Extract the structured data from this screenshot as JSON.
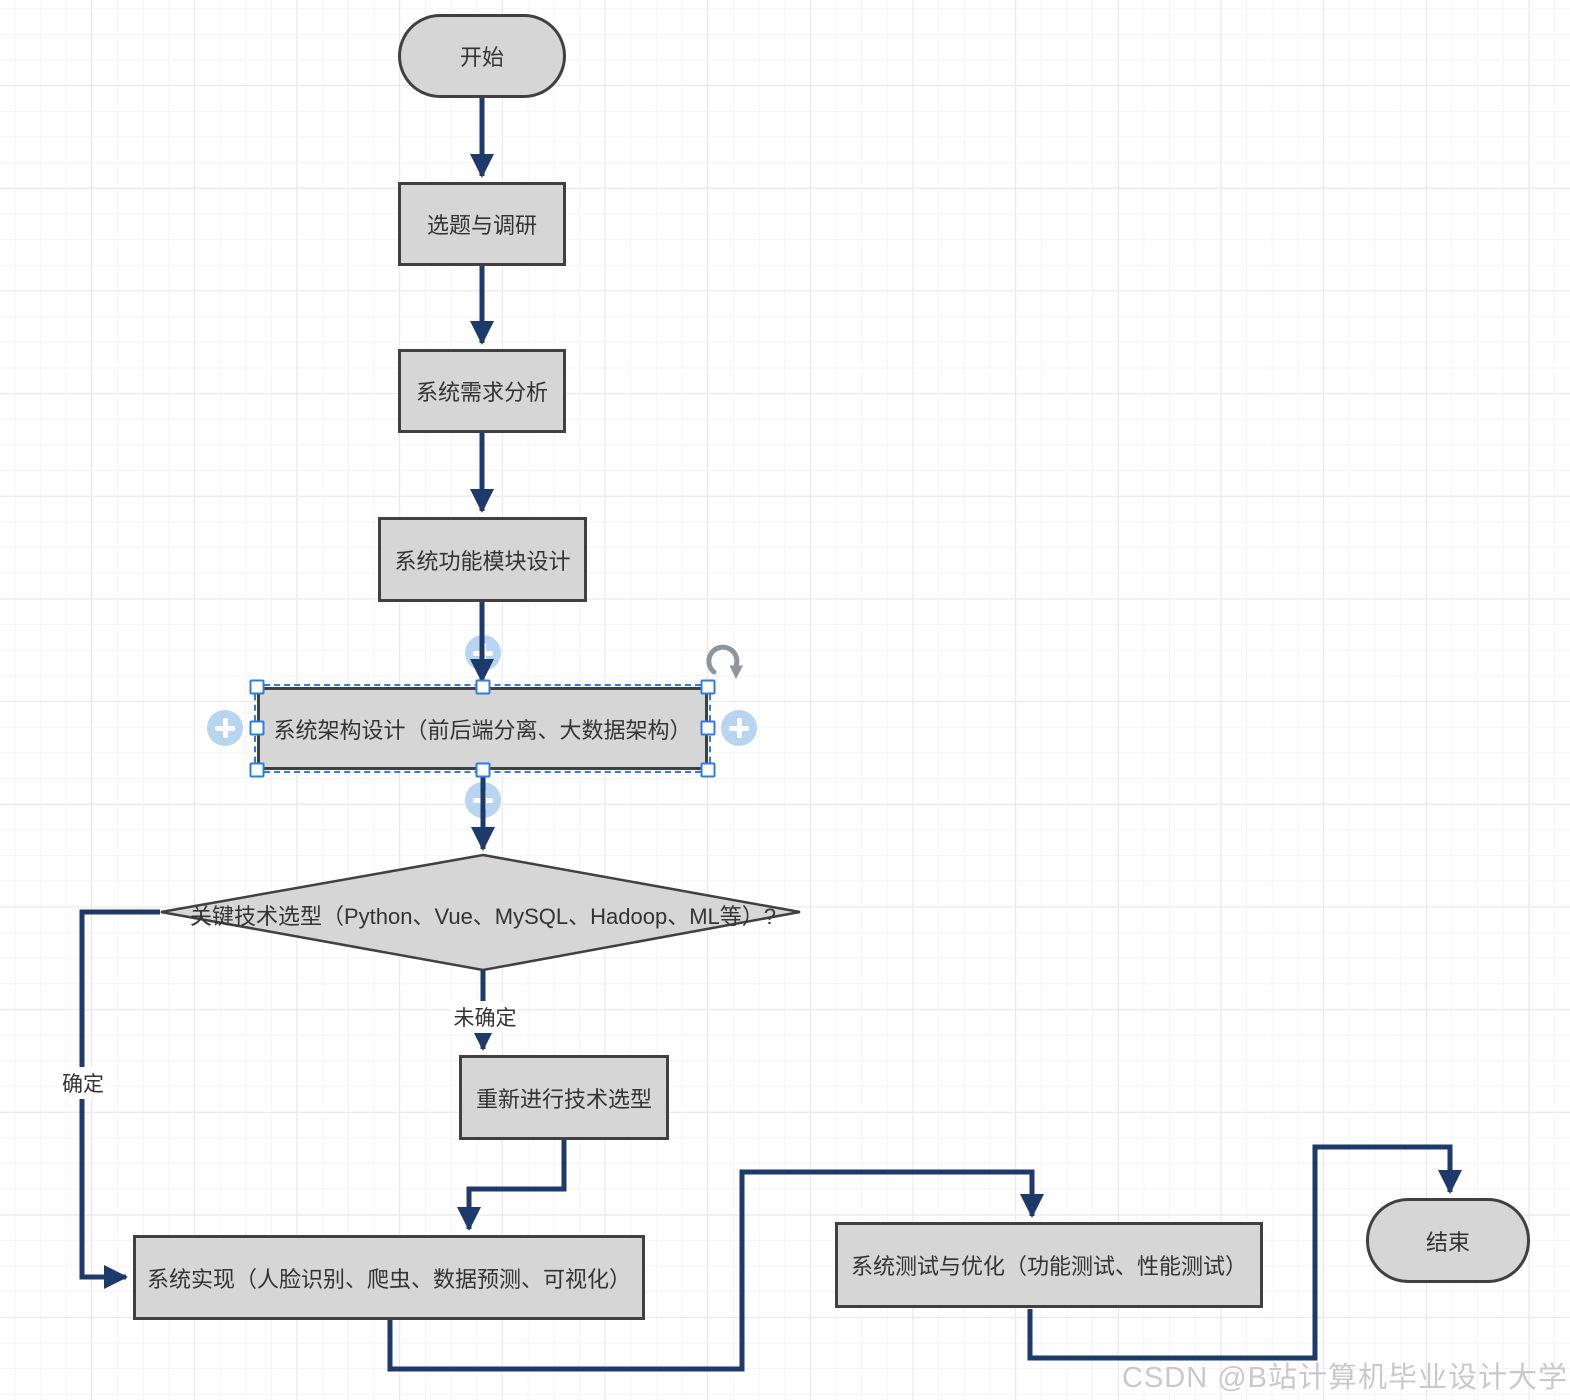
{
  "watermark": "CSDN @B站计算机毕业设计大学",
  "nodes": {
    "start": {
      "label": "开始",
      "type": "terminator"
    },
    "research": {
      "label": "选题与调研",
      "type": "process"
    },
    "requirements": {
      "label": "系统需求分析",
      "type": "process"
    },
    "module_design": {
      "label": "系统功能模块设计",
      "type": "process"
    },
    "architecture": {
      "label": "系统架构设计（前后端分离、大数据架构）",
      "type": "process",
      "selected": true
    },
    "tech_decision": {
      "label": "关键技术选型（Python、Vue、MySQL、Hadoop、ML等）?",
      "type": "decision"
    },
    "reselect": {
      "label": "重新进行技术选型",
      "type": "process"
    },
    "implementation": {
      "label": "系统实现（人脸识别、爬虫、数据预测、可视化）",
      "type": "process"
    },
    "testing": {
      "label": "系统测试与优化（功能测试、性能测试）",
      "type": "process"
    },
    "end": {
      "label": "结束",
      "type": "terminator"
    }
  },
  "edge_labels": {
    "undetermined": "未确定",
    "determined": "确定"
  },
  "colors": {
    "connector": "#1e3a6b",
    "node_fill": "#d6d6d6",
    "node_border": "#404040",
    "selection_blue": "#2e7ce0",
    "plus_circle": "#b7d4f1",
    "grid_minor": "#f4f4f7",
    "grid_major": "#e8e8ec",
    "watermark_gray": "#c9c9cc"
  }
}
